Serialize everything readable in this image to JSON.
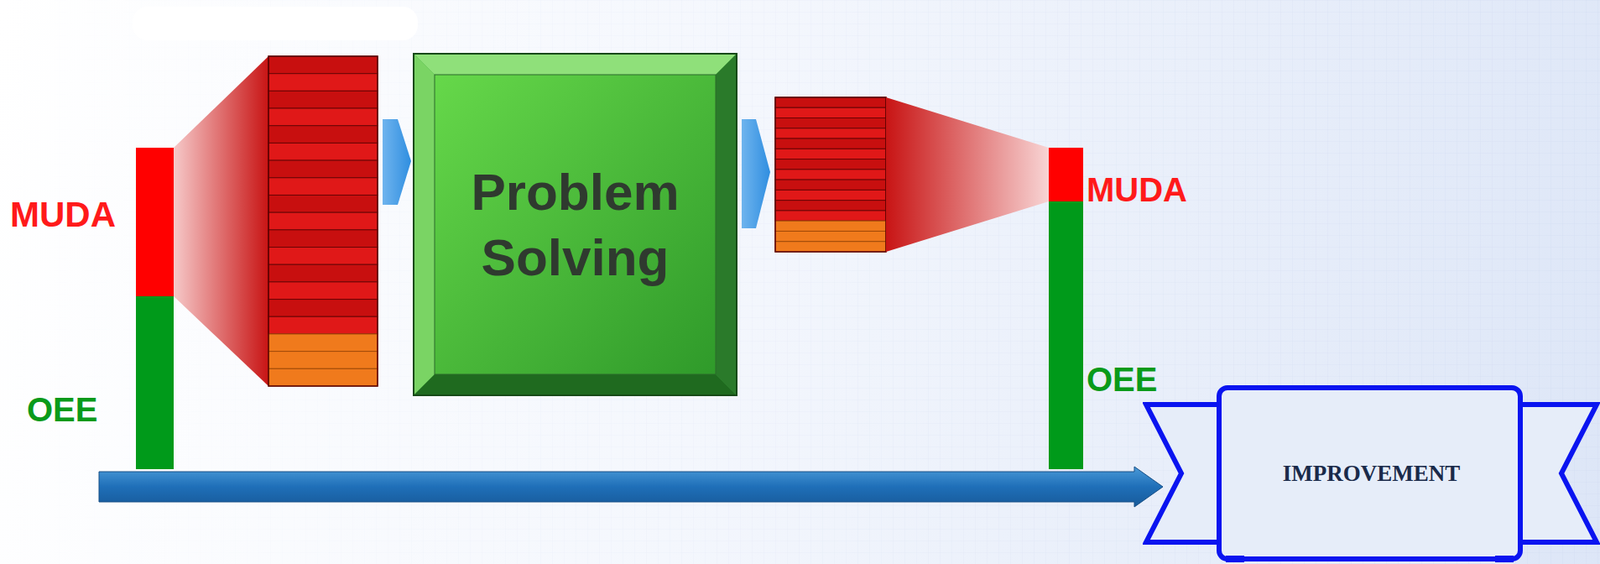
{
  "diagram": {
    "nodes": [
      {
        "text": [
          "Problem Solving"
        ]
      },
      {
        "text": [
          "IMPROVEMENT"
        ]
      }
    ],
    "labels": [
      "MUDA",
      "OEE",
      "MUDA",
      "OEE"
    ]
  }
}
